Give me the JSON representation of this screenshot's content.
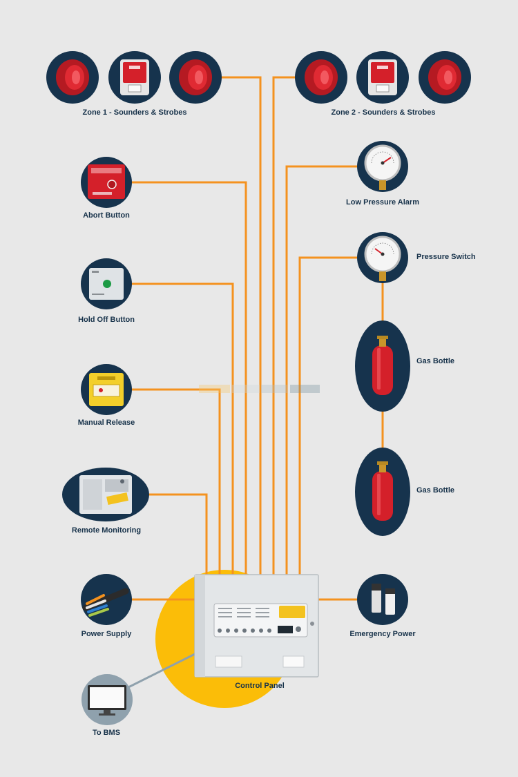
{
  "colors": {
    "background": "#e8e8e8",
    "node": "#16334d",
    "wire": "#f4921f",
    "panel_highlight": "#fbbd08",
    "bms_link": "#8fa1ad",
    "red_device": "#d4202a"
  },
  "labels": {
    "zone1": "Zone 1 - Sounders & Strobes",
    "zone2": "Zone 2 - Sounders & Strobes",
    "abort": "Abort Button",
    "hold_off": "Hold Off Button",
    "manual_release": "Manual Release",
    "remote_monitoring": "Remote Monitoring",
    "power_supply": "Power Supply",
    "to_bms": "To BMS",
    "low_pressure": "Low Pressure Alarm",
    "pressure_switch": "Pressure Switch",
    "gas_bottle_1": "Gas Bottle",
    "gas_bottle_2": "Gas Bottle",
    "emergency_power": "Emergency Power",
    "control_panel": "Control Panel"
  },
  "icons": {
    "sounder": "sounder-beacon-icon",
    "strobe": "fire-strobe-icon",
    "abort": "abort-button-icon",
    "hold_off": "hold-off-button-icon",
    "manual_release": "manual-release-icon",
    "remote": "remote-monitoring-icon",
    "power": "power-cable-icon",
    "bms": "computer-monitor-icon",
    "gauge": "pressure-gauge-icon",
    "bottle": "gas-bottle-icon",
    "battery": "battery-icon",
    "panel": "control-panel-icon"
  }
}
